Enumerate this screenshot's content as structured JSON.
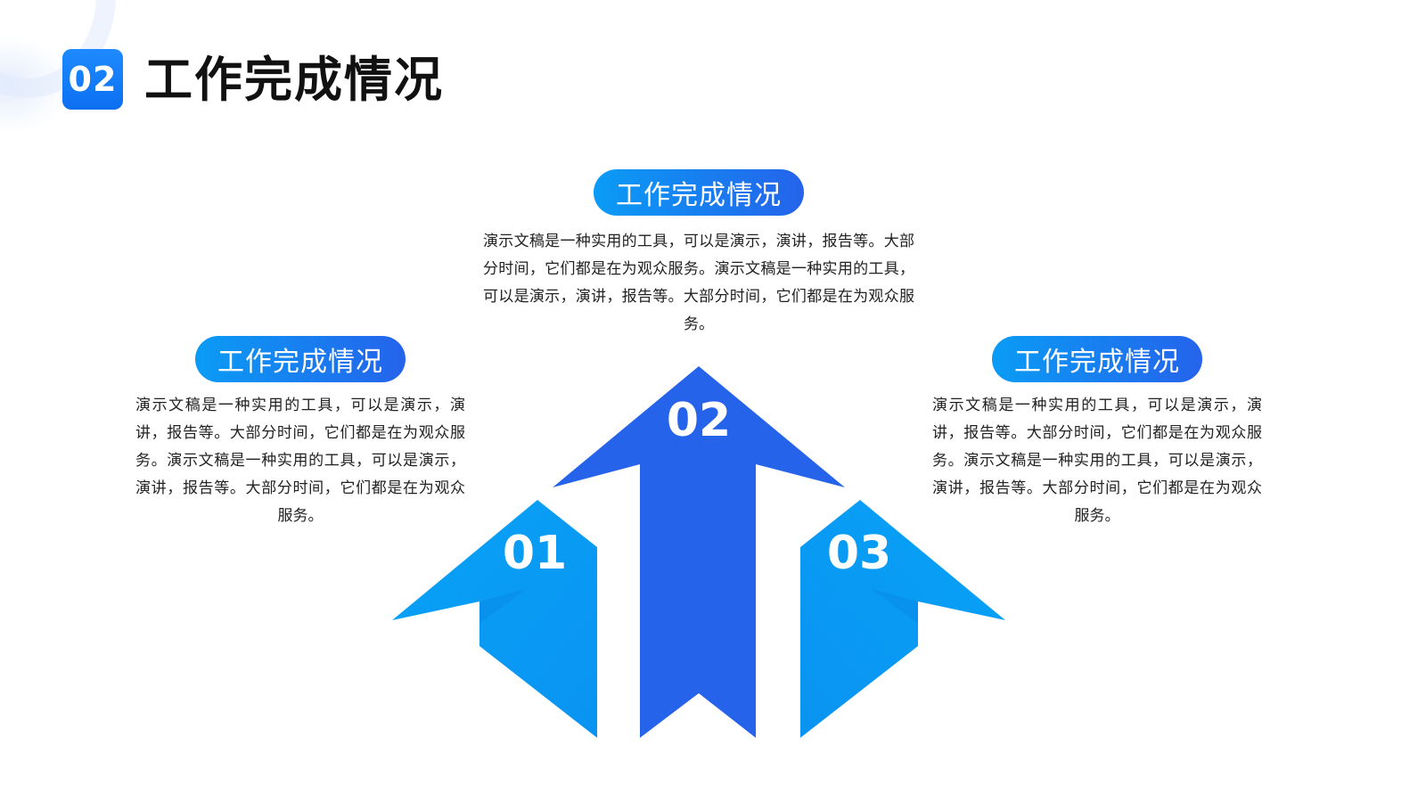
{
  "header": {
    "section_number": "02",
    "title": "工作完成情况"
  },
  "items": [
    {
      "number": "01",
      "label": "工作完成情况",
      "text": "演示文稿是一种实用的工具，可以是演示，演讲，报告等。大部分时间，它们都是在为观众服务。演示文稿是一种实用的工具，可以是演示，演讲，报告等。大部分时间，它们都是在为观众服务。"
    },
    {
      "number": "02",
      "label": "工作完成情况",
      "text": "演示文稿是一种实用的工具，可以是演示，演讲，报告等。大部分时间，它们都是在为观众服务。演示文稿是一种实用的工具，可以是演示，演讲，报告等。大部分时间，它们都是在为观众服务。"
    },
    {
      "number": "03",
      "label": "工作完成情况",
      "text": "演示文稿是一种实用的工具，可以是演示，演讲，报告等。大部分时间，它们都是在为观众服务。演示文稿是一种实用的工具，可以是演示，演讲，报告等。大部分时间，它们都是在为观众服务。"
    }
  ],
  "colors": {
    "primary_blue": "#2563eb",
    "light_blue": "#0a9cf5",
    "badge_blue": "#1f8bff"
  }
}
